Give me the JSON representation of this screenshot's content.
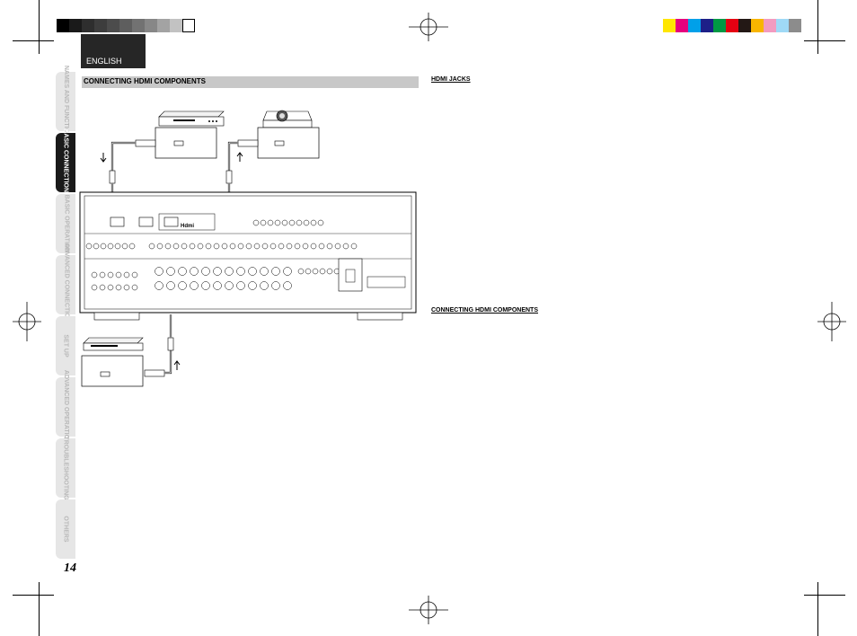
{
  "header": {
    "language": "ENGLISH"
  },
  "sidebar": {
    "tabs": [
      {
        "label": "NAMES AND FUNCTION",
        "active": false
      },
      {
        "label": "BASIC CONNECTIONS",
        "active": true
      },
      {
        "label": "BASIC OPERATION",
        "active": false
      },
      {
        "label": "ADVANCED CONNECTIONS",
        "active": false
      },
      {
        "label": "SET UP",
        "active": false
      },
      {
        "label": "ADVANCED OPERATION",
        "active": false
      },
      {
        "label": "TROUBLESHOOTING",
        "active": false
      },
      {
        "label": "OTHERS",
        "active": false
      }
    ]
  },
  "main": {
    "section_title": "CONNECTING HDMI COMPONENTS",
    "right_heading_1": "HDMI JACKS",
    "right_heading_2": "CONNECTING HDMI COMPONENTS",
    "hdmi_logo": "Hdmi"
  },
  "footer": {
    "page_number": "14"
  },
  "colors": {
    "grayscale_bar": [
      "#000000",
      "#1a1a1a",
      "#2e2e2e",
      "#3d3d3d",
      "#4c4c4c",
      "#5e5e5e",
      "#727272",
      "#878787",
      "#a3a3a3",
      "#c2c2c2",
      "#ffffff"
    ],
    "color_bar": [
      "#ffe600",
      "#e6007e",
      "#00a0e9",
      "#1d2088",
      "#009944",
      "#e60012",
      "#231815",
      "#f8b500",
      "#f29bc0",
      "#9fd9f6",
      "#8c8c8c"
    ]
  }
}
